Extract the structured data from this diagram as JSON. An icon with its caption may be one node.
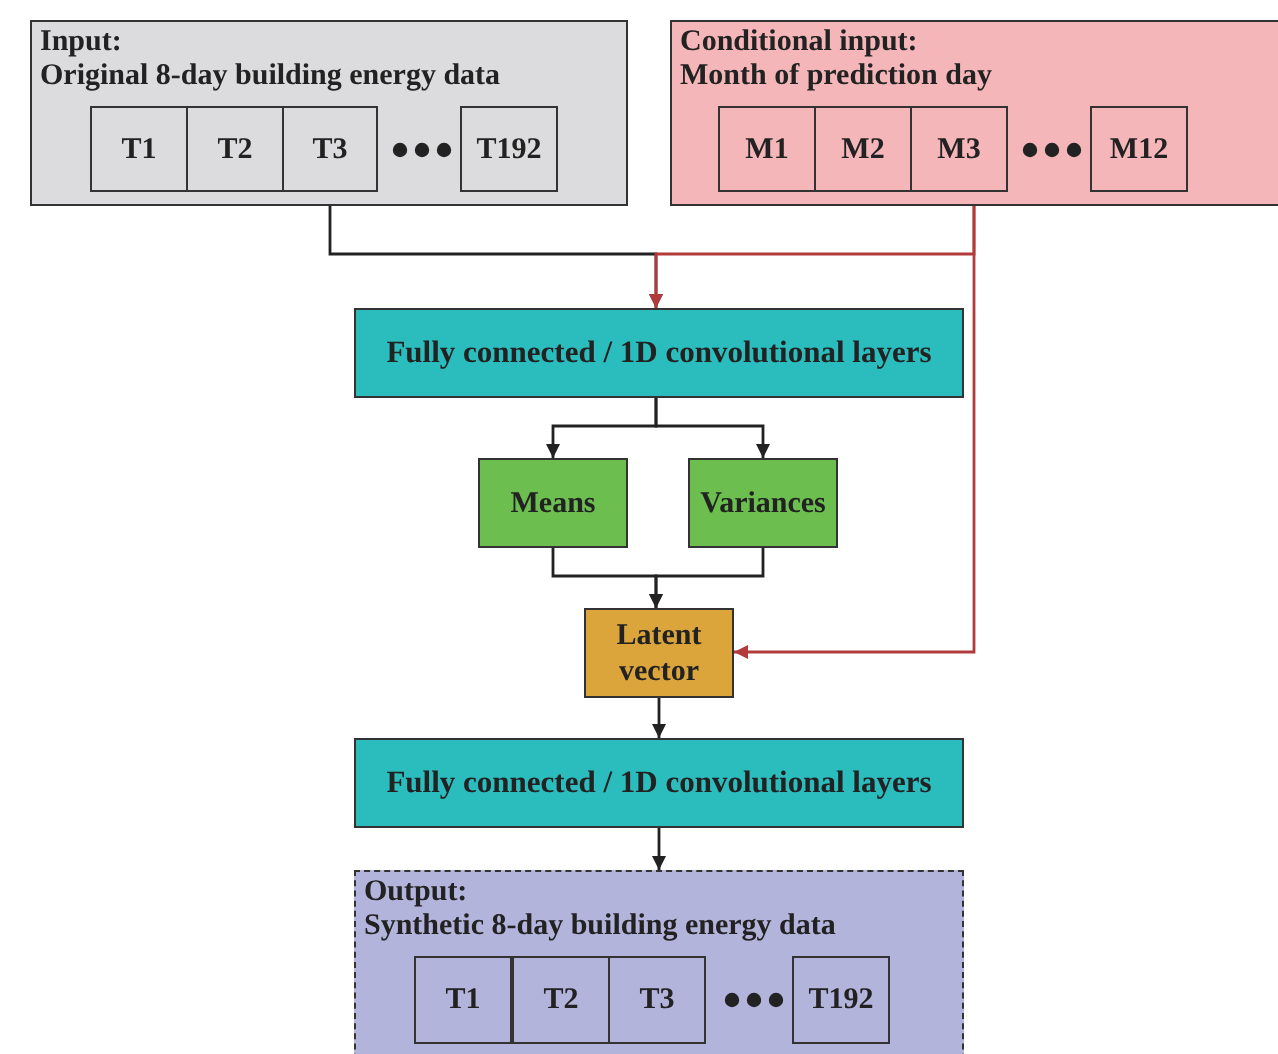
{
  "diagram": {
    "nodes": [
      {
        "text": [
          "Input:",
          "Original 8-day building energy data"
        ]
      },
      {
        "text": [
          "T1"
        ],
        "in": 0
      },
      {
        "text": [
          "T2"
        ],
        "in": 0
      },
      {
        "text": [
          "T3"
        ],
        "in": 0
      },
      {
        "text": [
          "T192"
        ],
        "in": 0
      },
      {
        "text": [
          "Conditional input:",
          "Month of prediction day"
        ]
      },
      {
        "text": [
          "M1"
        ],
        "in": 5
      },
      {
        "text": [
          "M2"
        ],
        "in": 5
      },
      {
        "text": [
          "M3"
        ],
        "in": 5
      },
      {
        "text": [
          "M12"
        ],
        "in": 5
      },
      {
        "text": [
          "Fully connected / 1D convolutional layers"
        ]
      },
      {
        "text": [
          "Means"
        ]
      },
      {
        "text": [
          "Variances"
        ]
      },
      {
        "text": [
          "Latent vector"
        ]
      },
      {
        "text": [
          "Fully connected / 1D convolutional layers"
        ]
      },
      {
        "text": [
          "Output:",
          "Synthetic 8-day building energy data"
        ]
      },
      {
        "text": [
          "T1"
        ],
        "in": 15
      },
      {
        "text": [
          "T2"
        ],
        "in": 15
      },
      {
        "text": [
          "T3"
        ],
        "in": 15
      },
      {
        "text": [
          "T192"
        ],
        "in": 15
      }
    ],
    "edges": [
      {
        "from": 0,
        "to": 10,
        "arrow": "to"
      },
      {
        "from": 5,
        "to": 10,
        "arrow": "to",
        "color": "#b23a3a"
      },
      {
        "from": 5,
        "to": 13,
        "arrow": "to",
        "color": "#b23a3a"
      },
      {
        "from": 10,
        "to": 11,
        "arrow": "to"
      },
      {
        "from": 10,
        "to": 12,
        "arrow": "to"
      },
      {
        "from": 11,
        "to": 13,
        "arrow": "to"
      },
      {
        "from": 12,
        "to": 13,
        "arrow": "to"
      },
      {
        "from": 13,
        "to": 14,
        "arrow": "to"
      },
      {
        "from": 14,
        "to": 15,
        "arrow": "to"
      }
    ]
  }
}
